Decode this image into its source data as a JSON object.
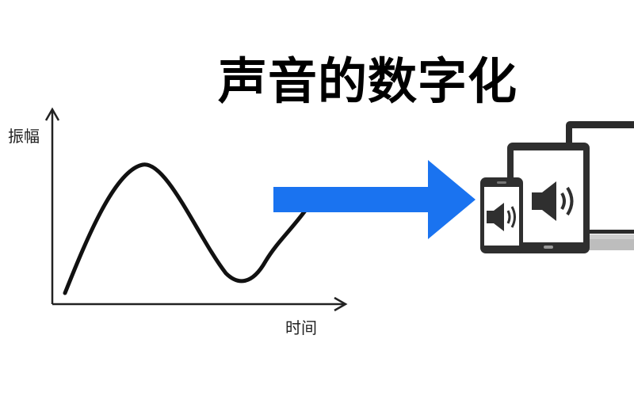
{
  "title": "声音的数字化",
  "diagram": {
    "y_axis_label": "振幅",
    "x_axis_label": "时间",
    "colors": {
      "arrow": "#1a73f0",
      "curve": "#111111",
      "device_frame": "#333333"
    },
    "icons": [
      "arrow-right-icon",
      "phone-icon",
      "tablet-icon",
      "laptop-icon",
      "speaker-icon"
    ]
  }
}
